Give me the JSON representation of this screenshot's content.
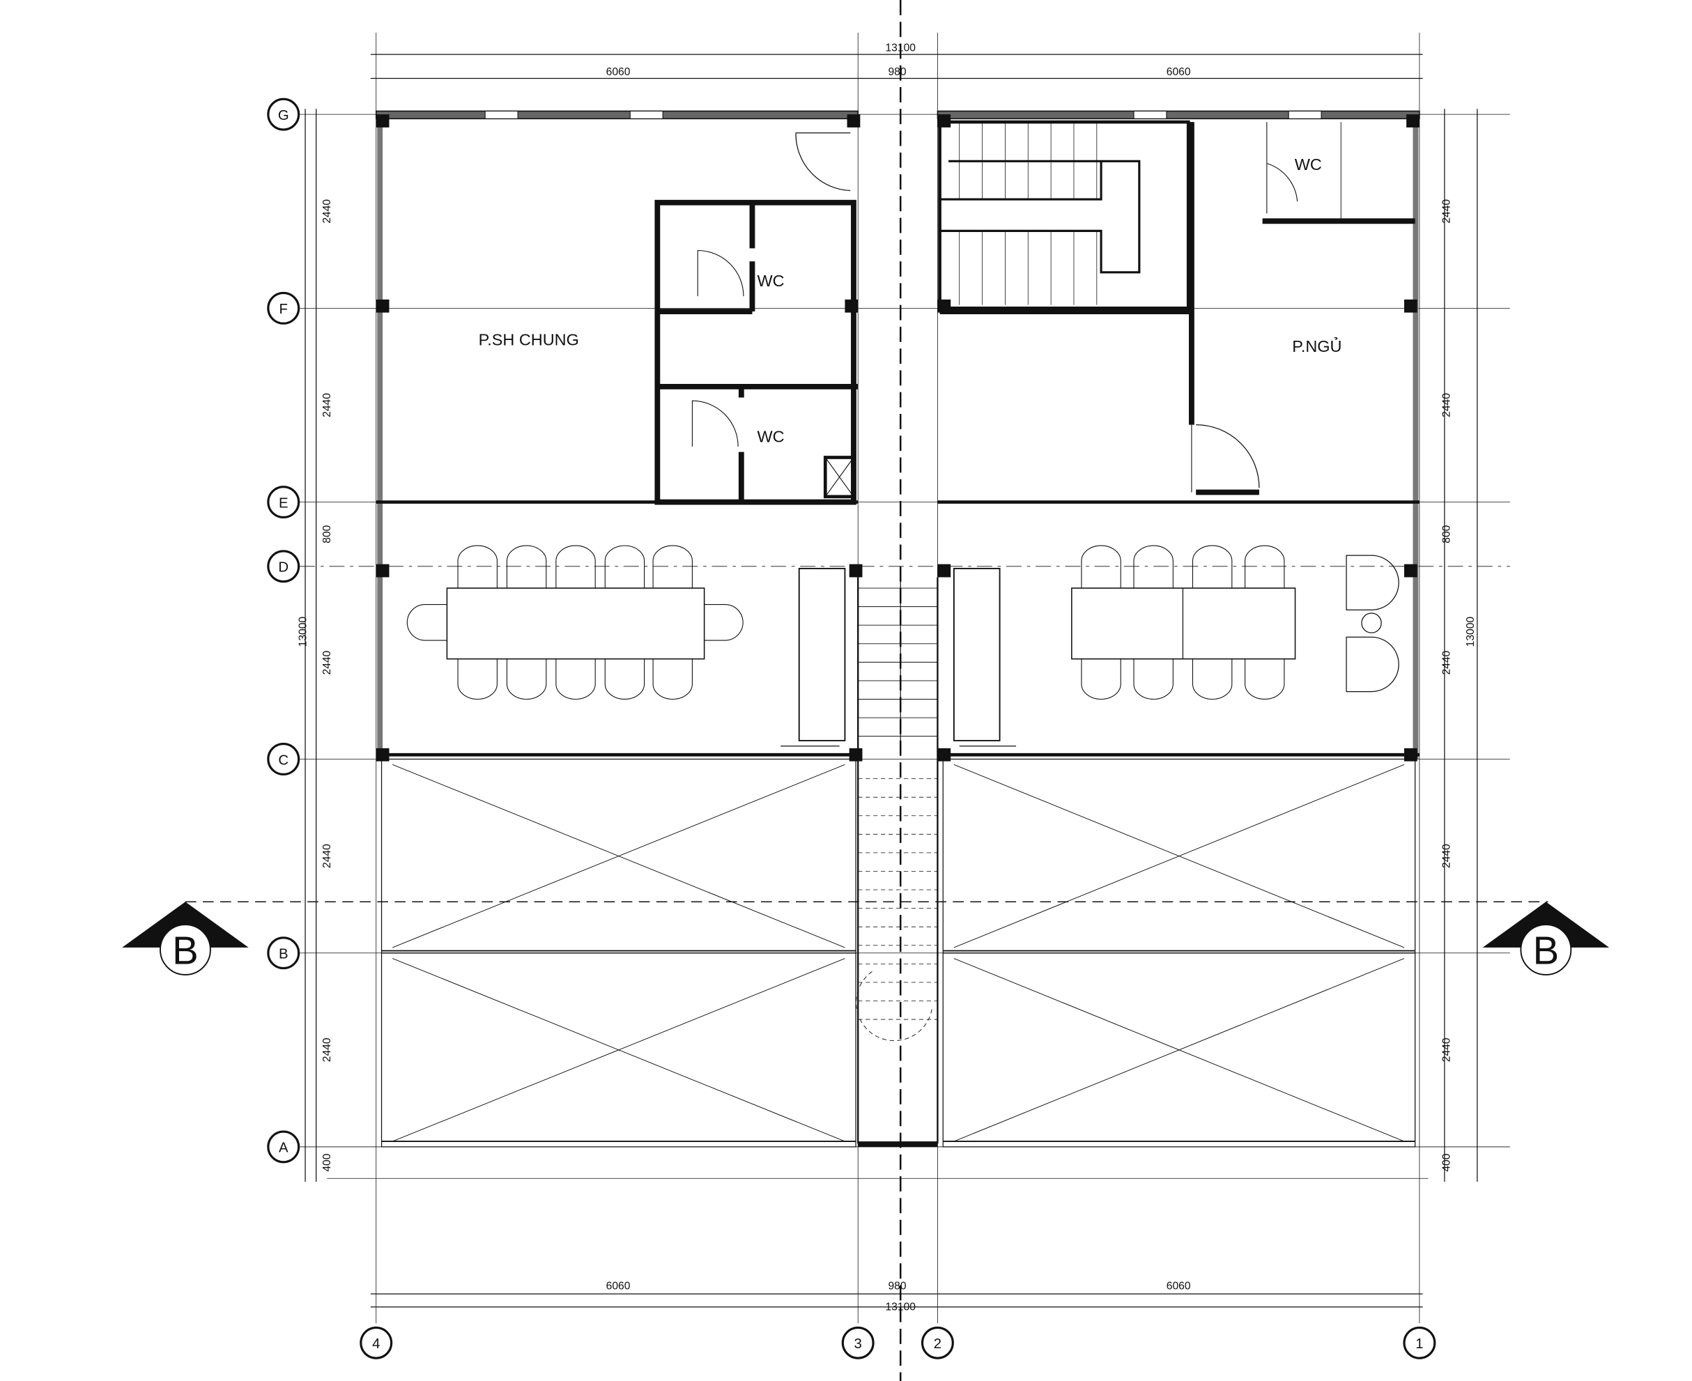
{
  "rooms": {
    "common_room": "P.SH CHUNG",
    "wc_1": "WC",
    "wc_2": "WC",
    "wc_3": "WC",
    "bedroom": "P.NGỦ"
  },
  "grid_rows": [
    "G",
    "F",
    "E",
    "D",
    "C",
    "B",
    "A"
  ],
  "grid_cols": [
    "4",
    "3",
    "2",
    "1"
  ],
  "dims": {
    "total_width": "13100",
    "bay_left": "6060",
    "bay_mid": "980",
    "bay_right": "6060",
    "total_depth": "13000",
    "row_spacings": [
      "2440",
      "2440",
      "800",
      "2440",
      "2440",
      "2440",
      "400"
    ]
  },
  "section_marker": "B",
  "colors": {
    "line": "#111111",
    "hatch": "#555555"
  }
}
